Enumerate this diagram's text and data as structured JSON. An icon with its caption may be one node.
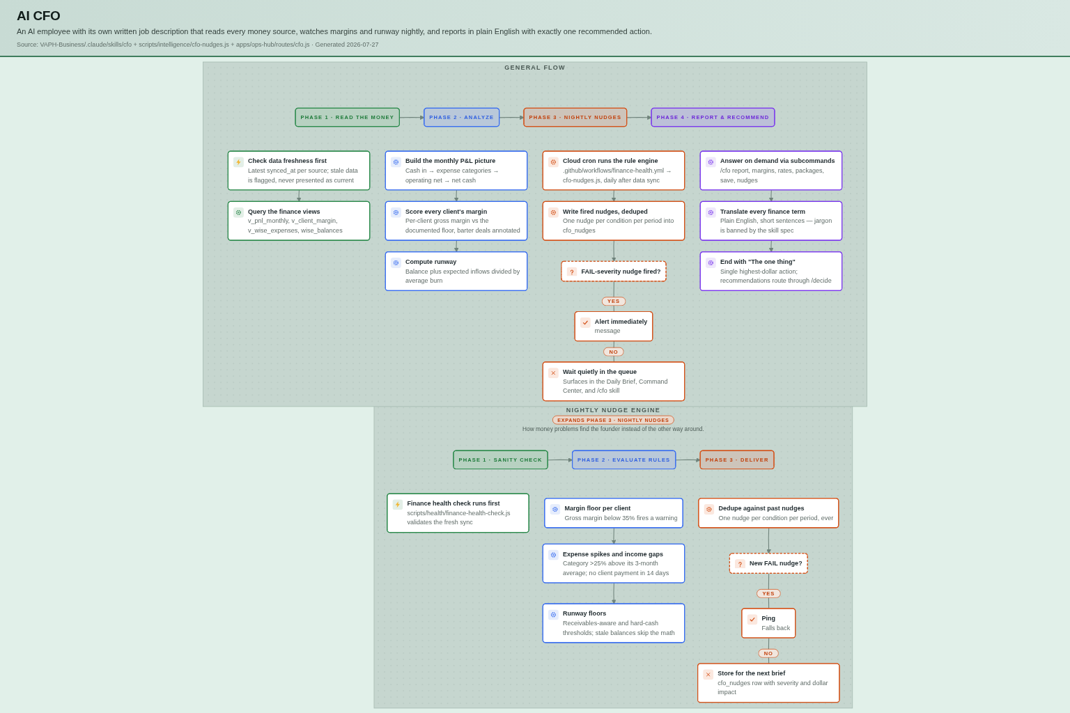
{
  "diagram": {
    "title": "AI CFO",
    "caption": "An AI employee with its own written job description that reads every money source, watches margins and runway nightly, and reports in plain English with exactly one recommended action.",
    "labels": [
      "Source: VAPH-Business/.claude/skills/cfo + scripts/intelligence/cfo-nudges.js + apps/ops-hub/routes/cfo.js · Generated 2026-07-27"
    ],
    "nodes": [
      {
        "text": [
          "GENERAL FLOW"
        ]
      },
      {
        "text": [
          "PHASE 1 · READ THE MONEY"
        ],
        "in": 0
      },
      {
        "text": [
          "Check data freshness first",
          "Latest synced_at per source; stale data is flagged, never presented as current"
        ],
        "in": 0
      },
      {
        "text": [
          "Query the finance views",
          "v_pnl_monthly, v_client_margin, v_wise_expenses, wise_balances"
        ],
        "in": 0
      },
      {
        "text": [
          "PHASE 2 · ANALYZE"
        ],
        "in": 0
      },
      {
        "text": [
          "Build the monthly P&L picture",
          "Cash in → expense categories → operating net → net cash"
        ],
        "in": 0
      },
      {
        "text": [
          "Score every client's margin",
          "Per-client gross margin vs the documented floor, barter deals annotated"
        ],
        "in": 0
      },
      {
        "text": [
          "Compute runway",
          "Balance plus expected inflows divided by average burn"
        ],
        "in": 0
      },
      {
        "text": [
          "PHASE 3 · NIGHTLY NUDGES"
        ],
        "in": 0
      },
      {
        "text": [
          "Cloud cron runs the rule engine",
          ".github/workflows/finance-health.yml → cfo-nudges.js, daily after data sync"
        ],
        "in": 0
      },
      {
        "text": [
          "Write fired nudges, deduped",
          "One nudge per condition per period into cfo_nudges"
        ],
        "in": 0
      },
      {
        "text": [
          "FAIL-severity nudge fired?"
        ],
        "in": 0
      },
      {
        "text": [
          "Alert immediately",
          "message"
        ],
        "in": 0
      },
      {
        "text": [
          "Wait quietly in the queue",
          "Surfaces in the Daily Brief, Command Center, and /cfo skill"
        ],
        "in": 0
      },
      {
        "text": [
          "PHASE 4 · REPORT & RECOMMEND"
        ],
        "in": 0
      },
      {
        "text": [
          "Answer on demand via subcommands",
          "/cfo report, margins, rates, packages, save, nudges"
        ],
        "in": 0
      },
      {
        "text": [
          "Translate every finance term",
          "Plain English, short sentences — jargon is banned by the skill spec"
        ],
        "in": 0
      },
      {
        "text": [
          "End with \"The one thing\"",
          "Single highest-dollar action; recommendations route through /decide"
        ],
        "in": 0
      },
      {
        "text": [
          "NIGHTLY NUDGE ENGINE",
          "EXPANDS PHASE 3 · NIGHTLY NUDGES",
          "How money problems find the founder instead of the other way around."
        ]
      },
      {
        "text": [
          "PHASE 1 · SANITY CHECK"
        ],
        "in": 18
      },
      {
        "text": [
          "Finance health check runs first",
          "scripts/health/finance-health-check.js validates the fresh sync"
        ],
        "in": 18
      },
      {
        "text": [
          "PHASE 2 · EVALUATE RULES"
        ],
        "in": 18
      },
      {
        "text": [
          "Margin floor per client",
          "Gross margin below 35% fires a warning"
        ],
        "in": 18
      },
      {
        "text": [
          "Expense spikes and income gaps",
          "Category >25% above its 3-month average; no client payment in 14 days"
        ],
        "in": 18
      },
      {
        "text": [
          "Runway floors",
          "Receivables-aware and hard-cash thresholds; stale balances skip the math"
        ],
        "in": 18
      },
      {
        "text": [
          "PHASE 3 · DELIVER"
        ],
        "in": 18
      },
      {
        "text": [
          "Dedupe against past nudges",
          "One nudge per condition per period, ever"
        ],
        "in": 18
      },
      {
        "text": [
          "New FAIL nudge?"
        ],
        "in": 18
      },
      {
        "text": [
          "Ping",
          "Falls back"
        ],
        "in": 18
      },
      {
        "text": [
          "Store for the next brief",
          "cfo_nudges row with severity and dollar impact"
        ],
        "in": 18
      }
    ],
    "edges": [
      {
        "from": 1,
        "to": 4,
        "arrow": "to"
      },
      {
        "from": 4,
        "to": 8,
        "arrow": "to"
      },
      {
        "from": 8,
        "to": 14,
        "arrow": "to"
      },
      {
        "from": 2,
        "to": 3,
        "arrow": "to"
      },
      {
        "from": 5,
        "to": 6,
        "arrow": "to"
      },
      {
        "from": 6,
        "to": 7,
        "arrow": "to"
      },
      {
        "from": 9,
        "to": 10,
        "arrow": "to"
      },
      {
        "from": 10,
        "to": 11,
        "arrow": "to"
      },
      {
        "from": 11,
        "to": 12,
        "arrow": "none",
        "label": "YES"
      },
      {
        "from": 12,
        "to": 13,
        "arrow": "none",
        "label": "NO"
      },
      {
        "from": 15,
        "to": 16,
        "arrow": "to"
      },
      {
        "from": 16,
        "to": 17,
        "arrow": "to"
      },
      {
        "from": 19,
        "to": 21,
        "arrow": "to"
      },
      {
        "from": 21,
        "to": 25,
        "arrow": "to"
      },
      {
        "from": 22,
        "to": 23,
        "arrow": "to"
      },
      {
        "from": 23,
        "to": 24,
        "arrow": "to"
      },
      {
        "from": 26,
        "to": 27,
        "arrow": "to"
      },
      {
        "from": 27,
        "to": 28,
        "arrow": "none",
        "label": "YES"
      },
      {
        "from": 28,
        "to": 29,
        "arrow": "none",
        "label": "NO"
      }
    ]
  }
}
